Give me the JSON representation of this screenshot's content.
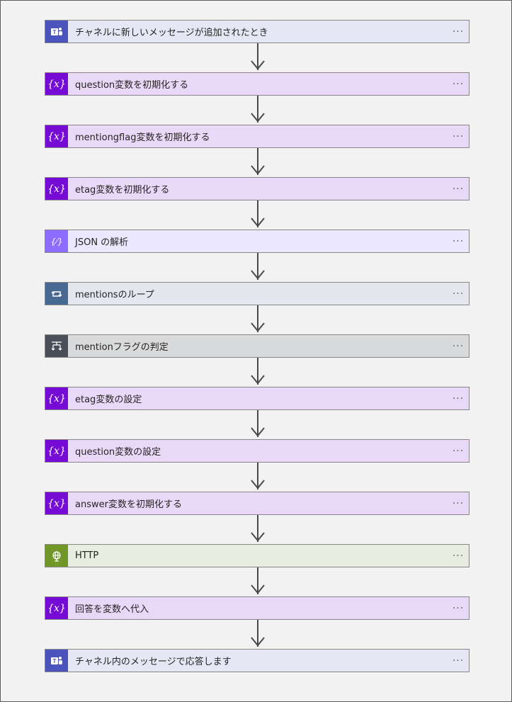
{
  "steps": [
    {
      "label": "チャネルに新しいメッセージが追加されたとき",
      "icon": "teams-icon",
      "kind": "teams",
      "more": "···"
    },
    {
      "label": "question変数を初期化する",
      "icon": "variable-icon",
      "kind": "variable",
      "more": "···"
    },
    {
      "label": "mentiongflag変数を初期化する",
      "icon": "variable-icon",
      "kind": "variable",
      "more": "···"
    },
    {
      "label": "etag変数を初期化する",
      "icon": "variable-icon",
      "kind": "variable",
      "more": "···"
    },
    {
      "label": "JSON の解析",
      "icon": "json-icon",
      "kind": "json",
      "more": "···"
    },
    {
      "label": "mentionsのループ",
      "icon": "loop-icon",
      "kind": "loop",
      "more": "···"
    },
    {
      "label": "mentionフラグの判定",
      "icon": "condition-icon",
      "kind": "condition",
      "more": "···"
    },
    {
      "label": "etag変数の設定",
      "icon": "variable-icon",
      "kind": "variable",
      "more": "···"
    },
    {
      "label": "question変数の設定",
      "icon": "variable-icon",
      "kind": "variable",
      "more": "···"
    },
    {
      "label": "answer変数を初期化する",
      "icon": "variable-icon",
      "kind": "variable",
      "more": "···"
    },
    {
      "label": "HTTP",
      "icon": "http-globe-icon",
      "kind": "http",
      "more": "···"
    },
    {
      "label": "回答を変数へ代入",
      "icon": "variable-icon",
      "kind": "variable",
      "more": "···"
    },
    {
      "label": "チャネル内のメッセージで応答します",
      "icon": "teams-icon",
      "kind": "teams",
      "more": "···"
    }
  ],
  "kinds": {
    "teams": {
      "icon_bg": "#4b53bc",
      "row_bg": "#e5e7f5"
    },
    "variable": {
      "icon_bg": "#770bd6",
      "row_bg": "#ead8f8"
    },
    "json": {
      "icon_bg": "#8c6cff",
      "row_bg": "#ece8ff"
    },
    "loop": {
      "icon_bg": "#486991",
      "row_bg": "#e4e8ee"
    },
    "condition": {
      "icon_bg": "#484f58",
      "row_bg": "#d9dadb"
    },
    "http": {
      "icon_bg": "#709727",
      "row_bg": "#e7eedf"
    }
  }
}
